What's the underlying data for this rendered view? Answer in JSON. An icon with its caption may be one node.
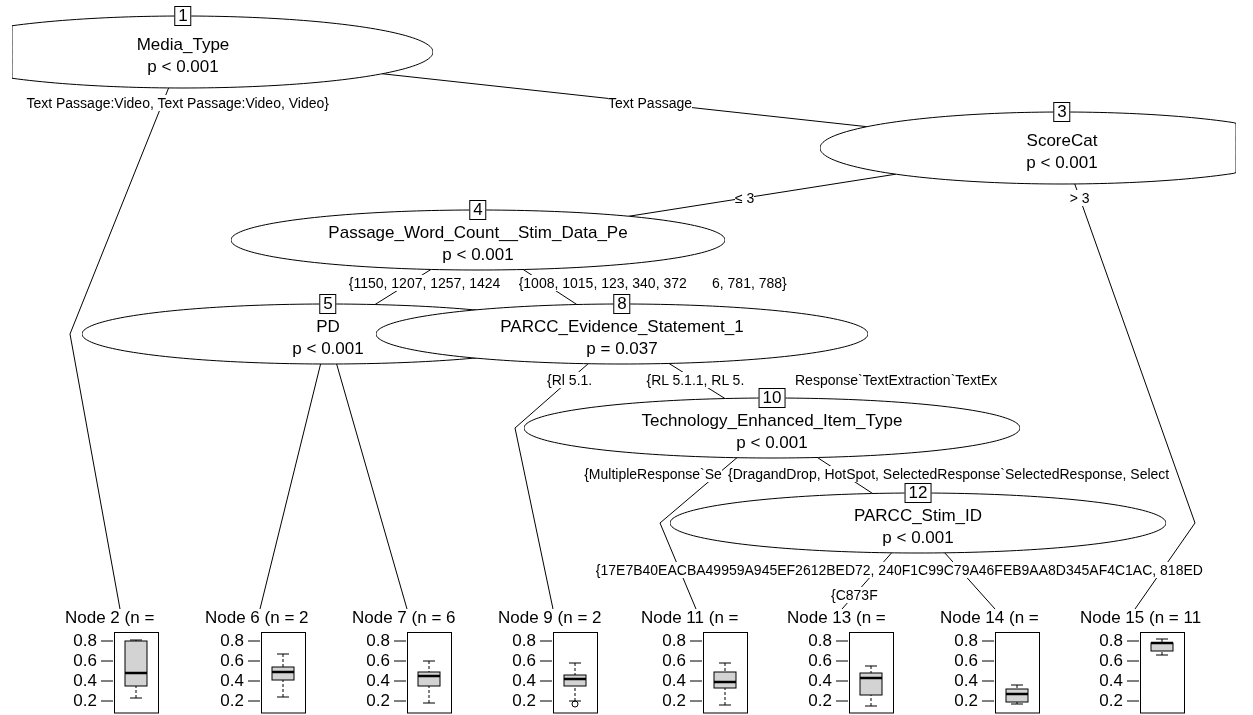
{
  "diagram": {
    "nodes": [
      {
        "text": [
          "1",
          "Media_Type",
          "p < 0.001"
        ]
      },
      {
        "text": [
          "3",
          "ScoreCat",
          "p < 0.001"
        ]
      },
      {
        "text": [
          "4",
          "Passage_Word_Count__Stim_Data_Pe",
          "p < 0.001"
        ]
      },
      {
        "text": [
          "5",
          "PD",
          "p < 0.001"
        ]
      },
      {
        "text": [
          "8",
          "PARCC_Evidence_Statement_1",
          "p = 0.037"
        ]
      },
      {
        "text": [
          "10",
          "Technology_Enhanced_Item_Type",
          "p < 0.001"
        ]
      },
      {
        "text": [
          "12",
          "PARCC_Stim_ID",
          "p < 0.001"
        ]
      },
      {
        "text": [
          "Node 2 (n ="
        ]
      },
      {
        "text": [
          "Node 6 (n = 2"
        ]
      },
      {
        "text": [
          "Node 7 (n = 6"
        ]
      },
      {
        "text": [
          "Node 9 (n = 2"
        ]
      },
      {
        "text": [
          "Node 11 (n ="
        ]
      },
      {
        "text": [
          "Node 13 (n ="
        ]
      },
      {
        "text": [
          "Node 14 (n ="
        ]
      },
      {
        "text": [
          "Node 15 (n = 11"
        ]
      }
    ],
    "edges": [
      {
        "from": 0,
        "to": 7,
        "arrow": "none",
        "label": "Text Passage:Video, Text Passage:Video, Video}"
      },
      {
        "from": 0,
        "to": 1,
        "arrow": "none",
        "label": "Text Passage"
      },
      {
        "from": 1,
        "to": 2,
        "arrow": "none",
        "label": "≤ 3"
      },
      {
        "from": 1,
        "to": 14,
        "arrow": "none",
        "label": "> 3"
      },
      {
        "from": 2,
        "to": 3,
        "arrow": "none",
        "label": "{1150, 1207, 1257, 1424"
      },
      {
        "from": 2,
        "to": 4,
        "arrow": "none",
        "label": "{1008, 1015, 123, 340, 372"
      },
      {
        "from": 3,
        "to": 8,
        "arrow": "none"
      },
      {
        "from": 3,
        "to": 9,
        "arrow": "none"
      },
      {
        "from": 4,
        "to": 10,
        "arrow": "none",
        "label": "{Rl 5.1."
      },
      {
        "from": 4,
        "to": 5,
        "arrow": "none",
        "label": "{RL 5.1.1, RL 5."
      },
      {
        "from": 5,
        "to": 11,
        "arrow": "none",
        "label": "{MultipleResponse`Se"
      },
      {
        "from": 5,
        "to": 6,
        "arrow": "none",
        "label": "{DragandDrop, HotSpot, SelectedResponse`SelectedResponse, Select"
      },
      {
        "from": 6,
        "to": 12,
        "arrow": "none",
        "label": "{C873F"
      },
      {
        "from": 6,
        "to": 13,
        "arrow": "none",
        "label": "{17E7B40EACBA49959A945EF2612BED72, 240F1C99C79A46FEB9AA8D345AF4C1AC, 818ED"
      }
    ],
    "labels": [
      "6, 781, 788}",
      "Response`TextExtraction`TextEx",
      "0.8",
      "0.6",
      "0.4",
      "0.2",
      "0.8",
      "0.6",
      "0.4",
      "0.2",
      "0.8",
      "0.6",
      "0.4",
      "0.2",
      "0.8",
      "0.6",
      "0.4",
      "0.2",
      "0.8",
      "0.6",
      "0.4",
      "0.2",
      "0.8",
      "0.6",
      "0.4",
      "0.2",
      "0.8",
      "0.6",
      "0.4",
      "0.2",
      "0.8",
      "0.6",
      "0.4",
      "0.2"
    ]
  }
}
